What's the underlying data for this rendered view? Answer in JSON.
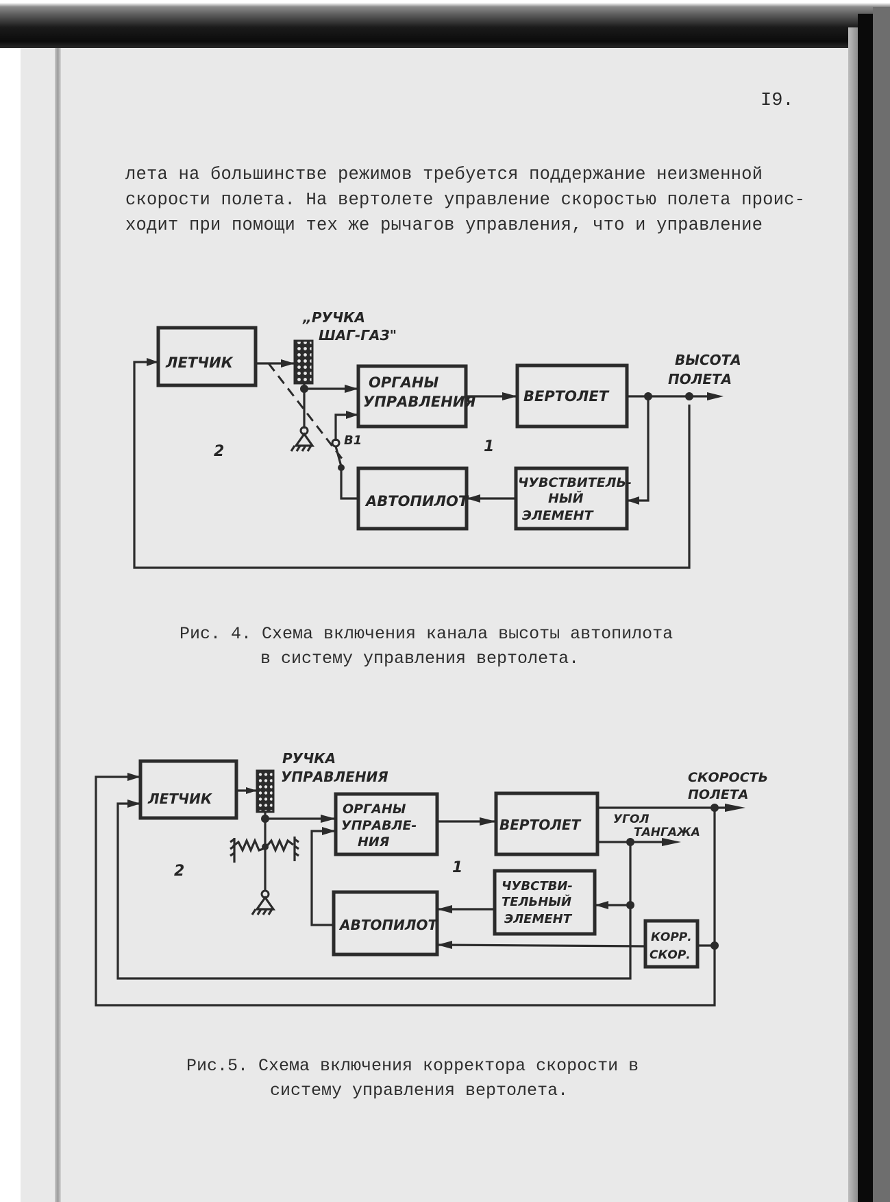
{
  "page": {
    "number": "I9.",
    "body_lines": [
      "лета  на большинстве режимов требуется поддержание неизменной",
      "скорости полета. На вертолете управление скоростью полета проис-",
      "ходит при помощи тех же рычагов управления, что и управление"
    ]
  },
  "figure4": {
    "blocks": {
      "pilot": "ЛЕТЧИК",
      "controls_line1": "ОРГАНЫ",
      "controls_line2": "УПРАВЛЕНИЯ",
      "helicopter": "ВЕРТОЛЕТ",
      "autopilot": "АВТОПИЛОТ",
      "sensor_line1": "ЧУВСТВИТЕЛЬ-",
      "sensor_line2": "НЫЙ",
      "sensor_line3": "ЭЛЕМЕНТ"
    },
    "handle_label_line1": "„РУЧКА",
    "handle_label_line2": "ШАГ-ГАЗ\"",
    "output_label_line1": "ВЫСОТА",
    "output_label_line2": "ПОЛЕТА",
    "switch_label": "В1",
    "loop_1": "1",
    "loop_2": "2",
    "caption_line1": "Рис. 4. Схема включения канала высоты автопилота",
    "caption_line2": "в систему управления вертолета."
  },
  "figure5": {
    "blocks": {
      "pilot": "ЛЕТЧИК",
      "controls_line1": "ОРГАНЫ",
      "controls_line2": "УПРАВЛЕ-",
      "controls_line3": "НИЯ",
      "helicopter": "ВЕРТОЛЕТ",
      "sensor_line1": "ЧУВСТВИ-",
      "sensor_line2": "ТЕЛЬНЫЙ",
      "sensor_line3": "ЭЛЕМЕНТ",
      "autopilot": "АВТОПИЛОТ",
      "corrector_line1": "КОРР.",
      "corrector_line2": "СКОР."
    },
    "handle_label_line1": "РУЧКА",
    "handle_label_line2": "УПРАВЛЕНИЯ",
    "output_speed_line1": "СКОРОСТЬ",
    "output_speed_line2": "ПОЛЕТА",
    "output_pitch_line1": "УГОЛ",
    "output_pitch_line2": "ТАНГАЖА",
    "loop_1": "1",
    "loop_2": "2",
    "caption_line1": "Рис.5.  Схема  включения корректора скорости в",
    "caption_line2": "системy управления вертолета."
  }
}
